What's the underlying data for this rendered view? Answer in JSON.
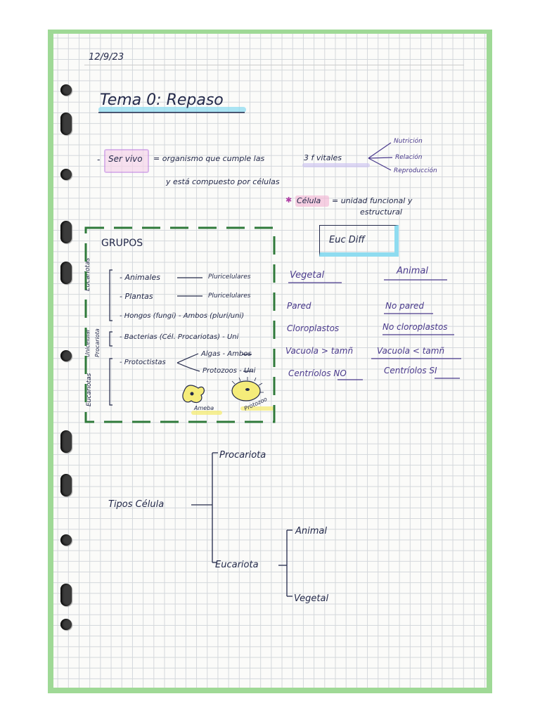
{
  "date": "12/9/23",
  "title": "Tema 0: Repaso",
  "ser_vivo": {
    "term": "Ser vivo",
    "definition_line1": "= organismo que cumple las",
    "functions_label": "3 f vitales",
    "definition_line2": "y está compuesto por células",
    "functions": [
      "Nutrición",
      "Relación",
      "Reproducción"
    ]
  },
  "celula": {
    "term": "Célula",
    "definition_line1": "= unidad funcional y",
    "definition_line2": "estructural"
  },
  "groups": {
    "title": "GRUPOS",
    "side_labels": {
      "eucariotas": "Eucariotas",
      "procariota": "Procariota",
      "unicelular": "Unicelular",
      "eucariotas2": "Eucariotas"
    },
    "items": [
      {
        "name": "- Animales",
        "detail": "Pluricelulares"
      },
      {
        "name": "- Plantas",
        "detail": "Pluricelulares"
      },
      {
        "name": "- Hongos (fungi) - Ambos (pluri/uni)",
        "detail": ""
      },
      {
        "name": "- Bacterias (Cél. Procariotas) - Uni",
        "detail": ""
      },
      {
        "name": "- Protoctistas",
        "detail": ""
      }
    ],
    "protoctista_branches": [
      "Algas - Ambos",
      "Protozoos - Uni"
    ],
    "drawings": [
      "Ameba",
      "Protozoo"
    ]
  },
  "euc_diff": {
    "title": "Euc Diff",
    "columns": [
      "Vegetal",
      "Animal"
    ],
    "rows": [
      [
        "Pared",
        "No pared"
      ],
      [
        "Cloroplastos",
        "No cloroplastos"
      ],
      [
        "Vacuola > tamñ",
        "Vacuola < tamñ"
      ],
      [
        "Centríolos NO",
        "Centríolos SI"
      ]
    ]
  },
  "tipos": {
    "label": "Tipos Célula",
    "branches": [
      "Procariota",
      "Eucariota"
    ],
    "sub_branches": [
      "Animal",
      "Vegetal"
    ]
  },
  "colors": {
    "ink": "#23294a",
    "blue_highlight": "#8fdcf0",
    "pink_highlight": "#f2b7d6",
    "purple_ink": "#4a3a8c",
    "border_green": "#9fd996"
  }
}
